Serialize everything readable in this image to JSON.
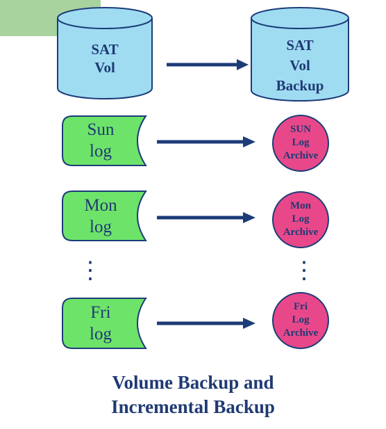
{
  "colors": {
    "cylinder_fill": "#9fdcf2",
    "tape_fill": "#6ee36a",
    "circle_fill": "#e8488a",
    "arrow": "#1c3c78",
    "text": "#1f3a73",
    "corner_tab": "#a8d39e"
  },
  "source_volume": {
    "line1": "SAT",
    "line2": "Vol"
  },
  "backup_volume": {
    "line1": "SAT",
    "line2": "Vol",
    "line3": "Backup"
  },
  "logs": [
    {
      "line1": "Sun",
      "line2": "log"
    },
    {
      "line1": "Mon",
      "line2": "log"
    },
    {
      "line1": "Fri",
      "line2": "log"
    }
  ],
  "archives": [
    {
      "line1": "SUN",
      "line2": "Log",
      "line3": "Archive"
    },
    {
      "line1": "Mon",
      "line2": "Log",
      "line3": "Archive"
    },
    {
      "line1": "Fri",
      "line2": "Log",
      "line3": "Archive"
    }
  ],
  "ellipsis": "⋮",
  "caption": {
    "line1": "Volume Backup and",
    "line2": "Incremental Backup"
  }
}
